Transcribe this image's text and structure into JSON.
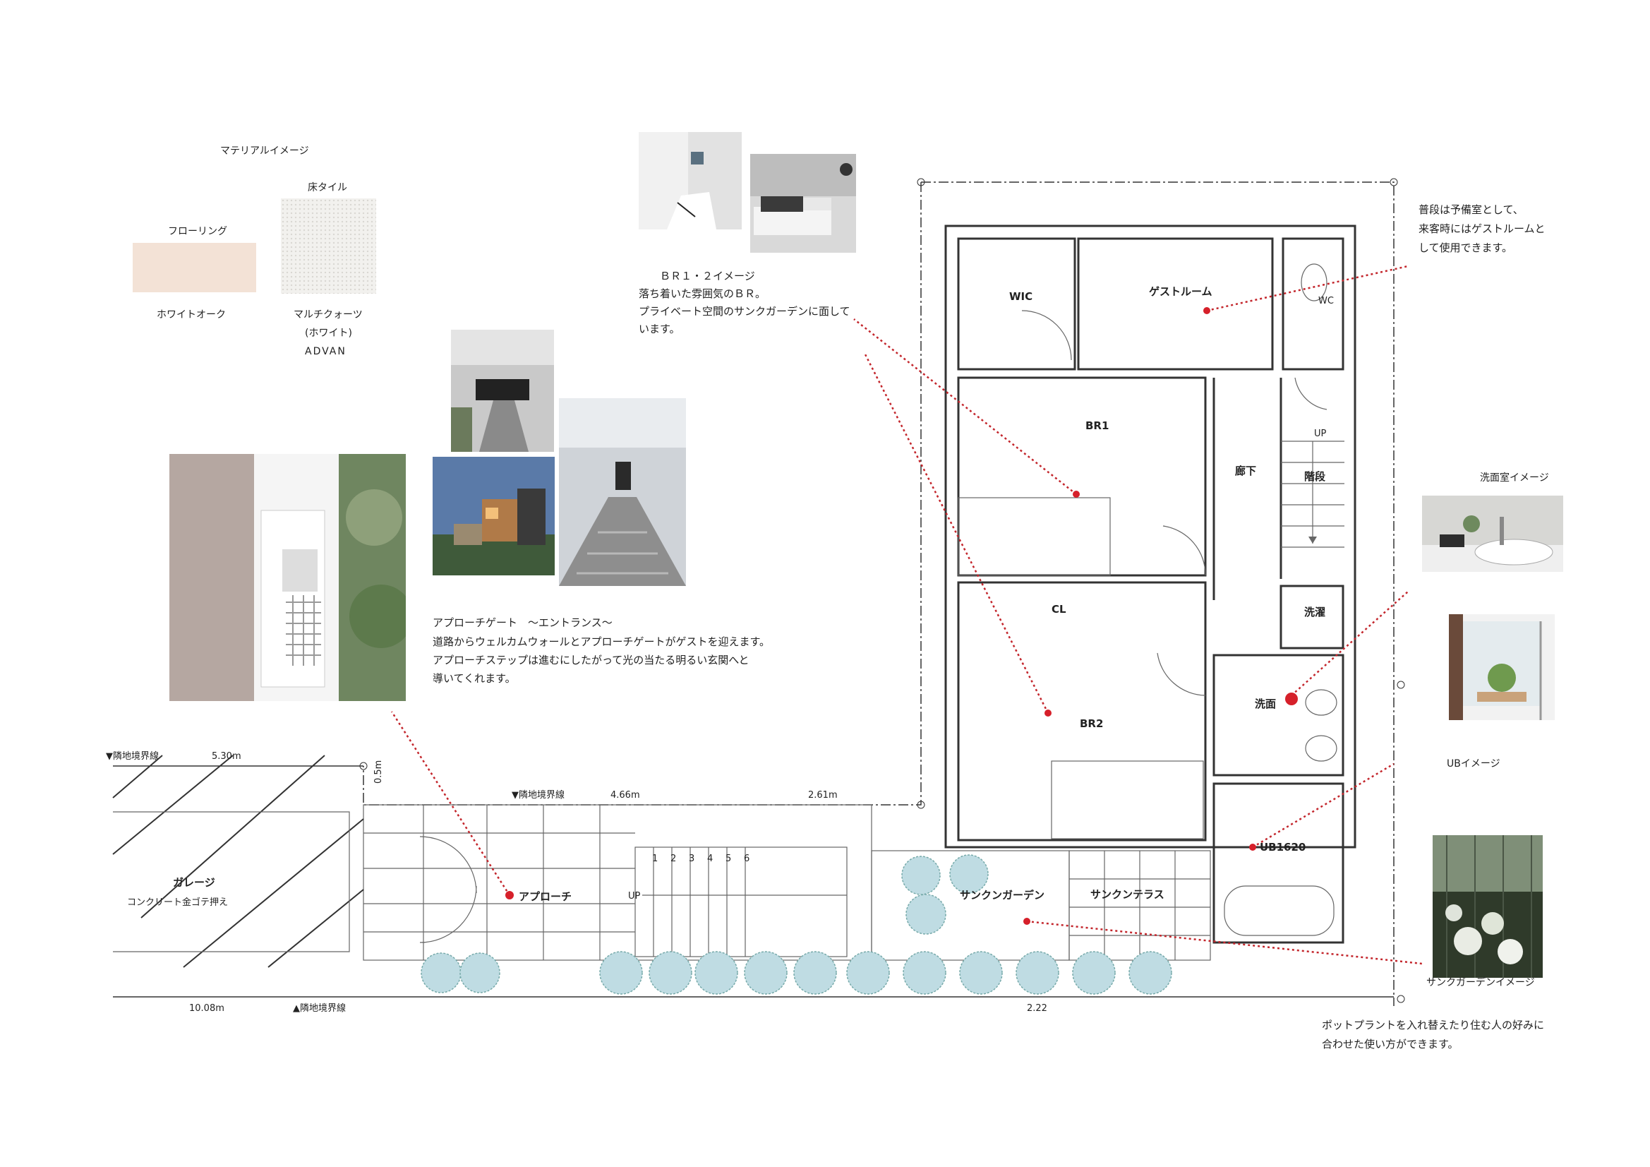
{
  "material": {
    "heading": "マテリアルイメージ",
    "flooring_label": "フローリング",
    "flooring_name": "ホワイトオーク",
    "flooring_color": "#f3e2d6",
    "tile_label": "床タイル",
    "tile_name_1": "マルチクォーツ",
    "tile_name_2": "(ホワイト)",
    "tile_name_3": "ADVAN",
    "tile_color": "#f2f1ee"
  },
  "br_caption": {
    "line1": "ＢＲ１・２イメージ",
    "line2": "落ち着いた雰囲気のＢＲ。",
    "line3": "プライベート空間のサンクガーデンに面して",
    "line4": "います。"
  },
  "approach_caption": {
    "line1": "アプローチゲート　～エントランス～",
    "line2": "道路からウェルカムウォールとアプローチゲートがゲストを迎えます。",
    "line3": "アプローチステップは進むにしたがって光の当たる明るい玄関へと",
    "line4": "導いてくれます。"
  },
  "guest_note": {
    "line1": "普段は予備室として、",
    "line2": "来客時にはゲストルームと",
    "line3": "して使用できます。"
  },
  "wash_label": "洗面室イメージ",
  "ub_label": "UBイメージ",
  "sunken_label": "サンクガーデンイメージ",
  "pot_note": {
    "line1": "ポットプラントを入れ替えたり住む人の好みに",
    "line2": "合わせた使い方ができます。"
  },
  "plan": {
    "rooms": {
      "wic": "WIC",
      "guest": "ゲストルーム",
      "wc": "WC",
      "br1": "BR1",
      "hall": "廊下",
      "stairs": "階段",
      "up": "UP",
      "cl": "CL",
      "laundry": "洗濯",
      "wash": "洗面",
      "br2": "BR2",
      "ub": "UB1620",
      "sunken_garden": "サンクンガーデン",
      "sunken_terrace": "サンクンテラス",
      "approach": "アプローチ",
      "garage": "ガレージ",
      "garage_sub": "コンクリート金ゴテ押え",
      "step_up": "UP"
    },
    "steps": [
      "1",
      "2",
      "3",
      "4",
      "5",
      "6"
    ],
    "dims": {
      "neighbor_top": "▼隣地境界線",
      "dim_530": "5.30m",
      "dim_05": "0.5m",
      "neighbor_mid": "▼隣地境界線",
      "dim_466": "4.66m",
      "dim_261": "2.61m",
      "dim_1008": "10.08m",
      "neighbor_bottom": "▲隣地境界線",
      "dim_bottom_right": "2.22"
    }
  },
  "colors": {
    "accent": "#d6202a",
    "tree_fill": "#bfdce3"
  }
}
